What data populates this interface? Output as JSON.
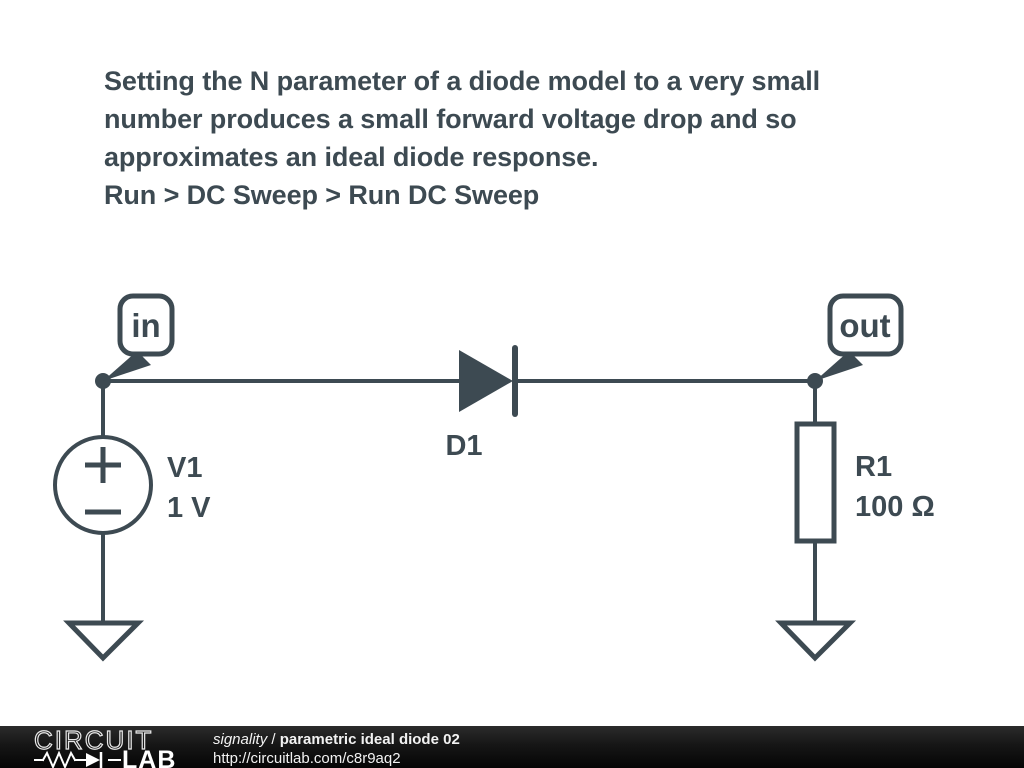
{
  "description": {
    "lines": [
      "Setting the N parameter of a diode model to a very small",
      "number produces a small forward voltage drop and so",
      "approximates an ideal diode response.",
      "Run > DC Sweep > Run DC Sweep"
    ]
  },
  "schematic": {
    "stroke_color": "#3d4a52",
    "background": "#ffffff",
    "nodes": [
      {
        "id": "in",
        "label": "in"
      },
      {
        "id": "out",
        "label": "out"
      }
    ],
    "components": [
      {
        "id": "V1",
        "type": "voltage-source",
        "name": "V1",
        "value": "1 V",
        "polarity_plus": "+",
        "polarity_minus": "−"
      },
      {
        "id": "D1",
        "type": "diode",
        "name": "D1",
        "value": ""
      },
      {
        "id": "R1",
        "type": "resistor",
        "name": "R1",
        "value": "100 Ω"
      }
    ],
    "grounds": [
      {
        "id": "GND1"
      },
      {
        "id": "GND2"
      }
    ]
  },
  "footer": {
    "logo": {
      "word_top": "CIRCUIT",
      "word_bottom": "LAB",
      "symbol_icon": "resistor-diode-icon"
    },
    "owner": "signality",
    "separator": " / ",
    "circuit_name": "parametric ideal diode 02",
    "url": "http://circuitlab.com/c8r9aq2",
    "background": "#101010",
    "text_color": "#f2f2f2"
  }
}
